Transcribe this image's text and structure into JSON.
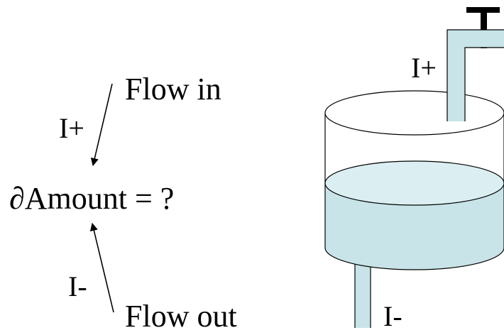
{
  "labels": {
    "flow_in": "Flow in",
    "flow_out": "Flow out",
    "influence_positive_left": "I+",
    "influence_negative_left": "I-",
    "equation": "∂Amount = ?",
    "influence_positive_tank": "I+",
    "influence_negative_tank": "I-"
  },
  "colors": {
    "water": "#c8e4e8",
    "water_surface": "#dbeff2",
    "outline": "#000000",
    "background": "#ffffff"
  },
  "icons": {
    "faucet": "faucet-icon",
    "tank": "tank-icon"
  }
}
